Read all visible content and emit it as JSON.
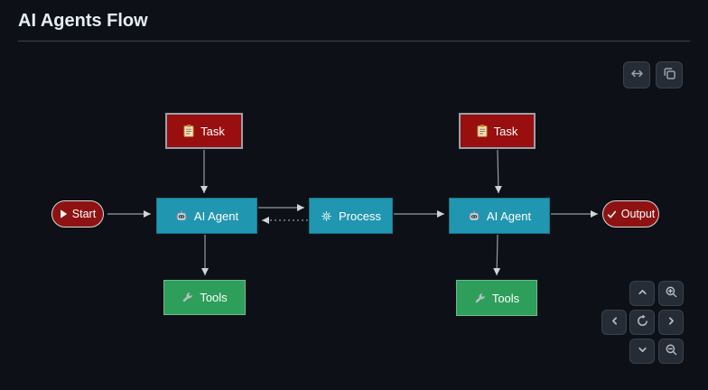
{
  "header": {
    "title": "AI Agents Flow"
  },
  "toolbar": {
    "expand_button": {
      "icon": "arrows-horizontal-icon"
    },
    "copy_button": {
      "icon": "copy-icon"
    }
  },
  "nodes": {
    "start": {
      "label": "Start",
      "icon": "play-icon",
      "shape": "stadium",
      "fill": "#8e1212"
    },
    "task_left": {
      "label": "Task",
      "icon": "clipboard-icon",
      "shape": "rect",
      "fill": "#990f0f"
    },
    "agent_left": {
      "label": "AI Agent",
      "icon": "robot-icon",
      "shape": "rect",
      "fill": "#2196b0"
    },
    "tools_left": {
      "label": "Tools",
      "icon": "wrench-icon",
      "shape": "rect",
      "fill": "#2e9e5b"
    },
    "process": {
      "label": "Process",
      "icon": "gear-icon",
      "shape": "rect",
      "fill": "#2196b0"
    },
    "task_right": {
      "label": "Task",
      "icon": "clipboard-icon",
      "shape": "rect",
      "fill": "#990f0f"
    },
    "agent_right": {
      "label": "AI Agent",
      "icon": "robot-icon",
      "shape": "rect",
      "fill": "#2196b0"
    },
    "tools_right": {
      "label": "Tools",
      "icon": "wrench-icon",
      "shape": "rect",
      "fill": "#2e9e5b"
    },
    "output": {
      "label": "Output",
      "icon": "check-icon",
      "shape": "stadium",
      "fill": "#8e1212"
    }
  },
  "edges": [
    {
      "from": "start",
      "to": "agent_left",
      "style": "solid"
    },
    {
      "from": "task_left",
      "to": "agent_left",
      "style": "solid"
    },
    {
      "from": "agent_left",
      "to": "tools_left",
      "style": "solid"
    },
    {
      "from": "agent_left",
      "to": "process",
      "style": "solid"
    },
    {
      "from": "process",
      "to": "agent_left",
      "style": "dotted"
    },
    {
      "from": "process",
      "to": "agent_right",
      "style": "solid"
    },
    {
      "from": "task_right",
      "to": "agent_right",
      "style": "solid"
    },
    {
      "from": "agent_right",
      "to": "tools_right",
      "style": "solid"
    },
    {
      "from": "agent_right",
      "to": "output",
      "style": "solid"
    }
  ],
  "pan_controls": {
    "buttons": [
      "chevron-up-icon",
      "zoom-in-icon",
      "chevron-left-icon",
      "reset-view-icon",
      "chevron-right-icon",
      "chevron-down-icon",
      "zoom-out-icon"
    ]
  },
  "colors": {
    "background": "#0d1117",
    "title_text": "#e6edf3",
    "divider": "#3d444d",
    "node_red": "#990f0f",
    "stadium_red": "#8e1212",
    "node_teal": "#2196b0",
    "node_green": "#2e9e5b",
    "node_text": "#ffffff",
    "edge": "#949ba3",
    "button_bg": "#262c36",
    "button_icon": "#9aa3ad"
  }
}
